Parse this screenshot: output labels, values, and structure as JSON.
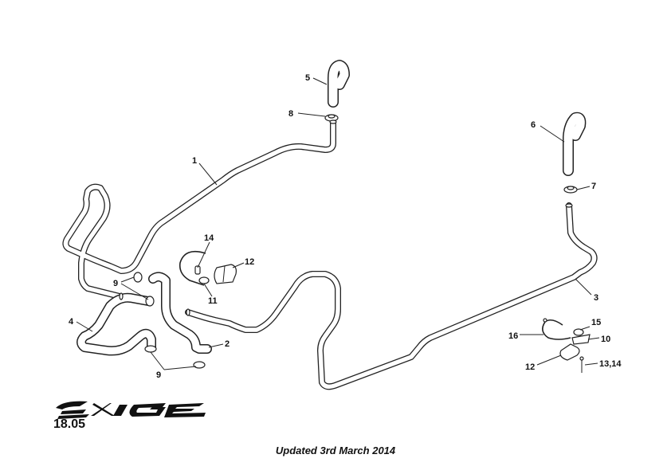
{
  "brand": {
    "logo_text": "EXIGE",
    "logo_icon": "exige-logo-icon"
  },
  "page": {
    "number": "18.05",
    "update_note": "Updated 3rd March 2014"
  },
  "callouts": {
    "c1": "1",
    "c2": "2",
    "c3": "3",
    "c4": "4",
    "c5": "5",
    "c6": "6",
    "c7": "7",
    "c8": "8",
    "c9a": "9",
    "c9b": "9",
    "c10": "10",
    "c11": "11",
    "c12a": "12",
    "c12b": "12",
    "c13_14": "13,14",
    "c14": "14",
    "c15": "15",
    "c16": "16"
  },
  "colors": {
    "line": "#222222",
    "background": "#ffffff"
  }
}
